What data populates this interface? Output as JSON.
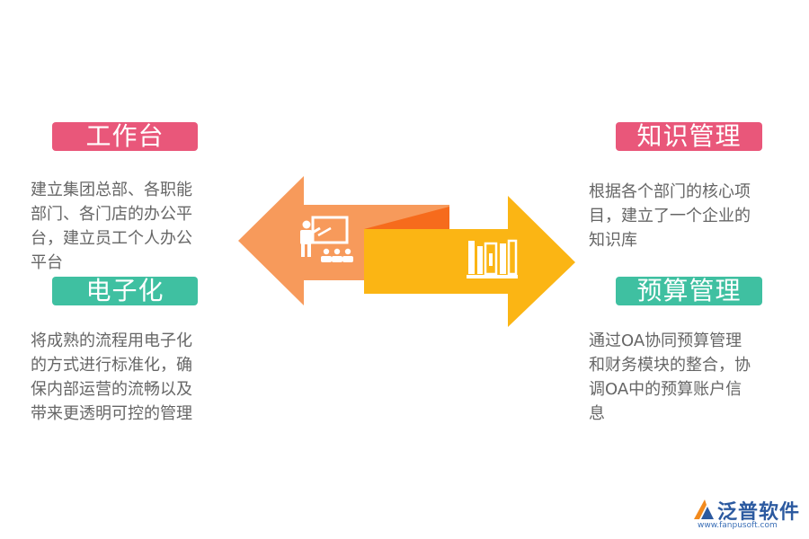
{
  "left": {
    "top": {
      "title": "工作台",
      "lines": [
        "建立集团总部、各职能",
        "部门、各门店的办公平",
        "台，建立员工个人办公",
        "平台"
      ]
    },
    "bottom": {
      "title": "电子化",
      "lines": [
        "将成熟的流程用电子化",
        "的方式进行标准化，确",
        "保内部运营的流畅以及",
        "带来更透明可控的管理"
      ]
    }
  },
  "right": {
    "top": {
      "title": "知识管理",
      "lines": [
        "根据各个部门的核心项",
        "目，建立了一个企业的",
        "知识库"
      ]
    },
    "bottom": {
      "title": "预算管理",
      "lines": [
        "通过OA协同预算管理",
        "和财务模块的整合，协",
        "调OA中的预算账户信",
        "息"
      ]
    }
  },
  "logo": {
    "name": "泛普软件",
    "url": "www.fanpusoft.com"
  },
  "colors": {
    "pink": "#e9577a",
    "teal": "#3fc0a1",
    "orange_arrow": "#f79a5b",
    "yellow_arrow": "#fbb514",
    "text": "#666666"
  },
  "icons": {
    "left_arrow": "teacher-presentation-icon",
    "right_arrow": "bookshelf-icon"
  }
}
